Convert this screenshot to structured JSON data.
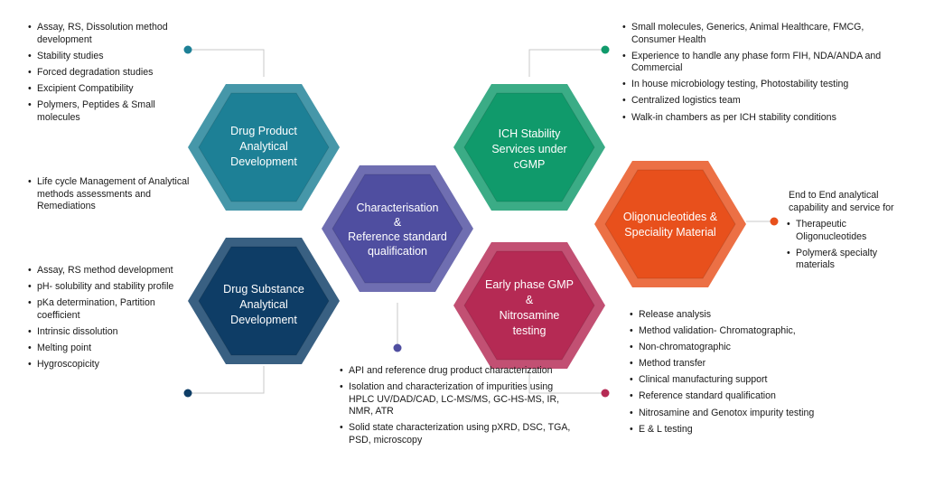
{
  "colors": {
    "drug_product": "#1d8096",
    "drug_substance": "#0e3d66",
    "characterisation": "#4f4ea0",
    "ich_stability": "#109a6b",
    "early_phase": "#b52a54",
    "oligonucleotides": "#e8501c",
    "connector": "#c8c8c8"
  },
  "hexagons": {
    "drug_product": {
      "line1": "Drug Product",
      "line2": "Analytical",
      "line3": "Development"
    },
    "drug_substance": {
      "line1": "Drug Substance",
      "line2": "Analytical",
      "line3": "Development"
    },
    "characterisation": {
      "line1": "Characterisation",
      "line2": "&",
      "line3": "Reference standard",
      "line4": "qualification"
    },
    "ich_stability": {
      "line1": "ICH Stability",
      "line2": "Services under",
      "line3": "cGMP"
    },
    "early_phase": {
      "line1": "Early phase GMP",
      "line2": "&",
      "line3": "Nitrosamine",
      "line4": "testing"
    },
    "oligonucleotides": {
      "line1": "Oligonucleotides &",
      "line2": "Speciality Material"
    }
  },
  "lists": {
    "drug_product": [
      "Assay, RS,  Dissolution method development",
      "Stability studies",
      "Forced degradation studies",
      "Excipient Compatibility",
      "Polymers, Peptides & Small molecules"
    ],
    "lifecycle": [
      "Life cycle Management of Analytical methods  assessments and Remediations"
    ],
    "drug_substance": [
      "Assay, RS method  development",
      "pH- solubility and stability profile",
      "pKa determination, Partition coefficient",
      "Intrinsic dissolution",
      "Melting point",
      "Hygroscopicity"
    ],
    "ich_stability": [
      "Small molecules, Generics,  Animal Healthcare, FMCG, Consumer Health",
      "Experience to handle any phase form FIH, NDA/ANDA and Commercial",
      "In house microbiology testing, Photostability testing",
      "Centralized logistics team",
      "Walk-in chambers as per ICH stability conditions"
    ],
    "characterisation": [
      "API and reference drug product characterization",
      "Isolation and  characterization of impurities using HPLC UV/DAD/CAD, LC-MS/MS, GC-HS-MS, IR, NMR, ATR",
      "Solid state characterization  using pXRD, DSC, TGA, PSD, microscopy"
    ],
    "early_phase": [
      "Release analysis",
      "Method validation-  Chromatographic,",
      "Non-chromatographic",
      "Method transfer",
      "Clinical manufacturing support",
      "Reference standard qualification",
      "Nitrosamine and Genotox  impurity testing",
      "E & L testing"
    ],
    "oligonucleotides": [
      "Therapeutic Oligonucleotides",
      "Polymer& specialty materials"
    ]
  },
  "oligo_intro": "End to End analytical capability and service for"
}
